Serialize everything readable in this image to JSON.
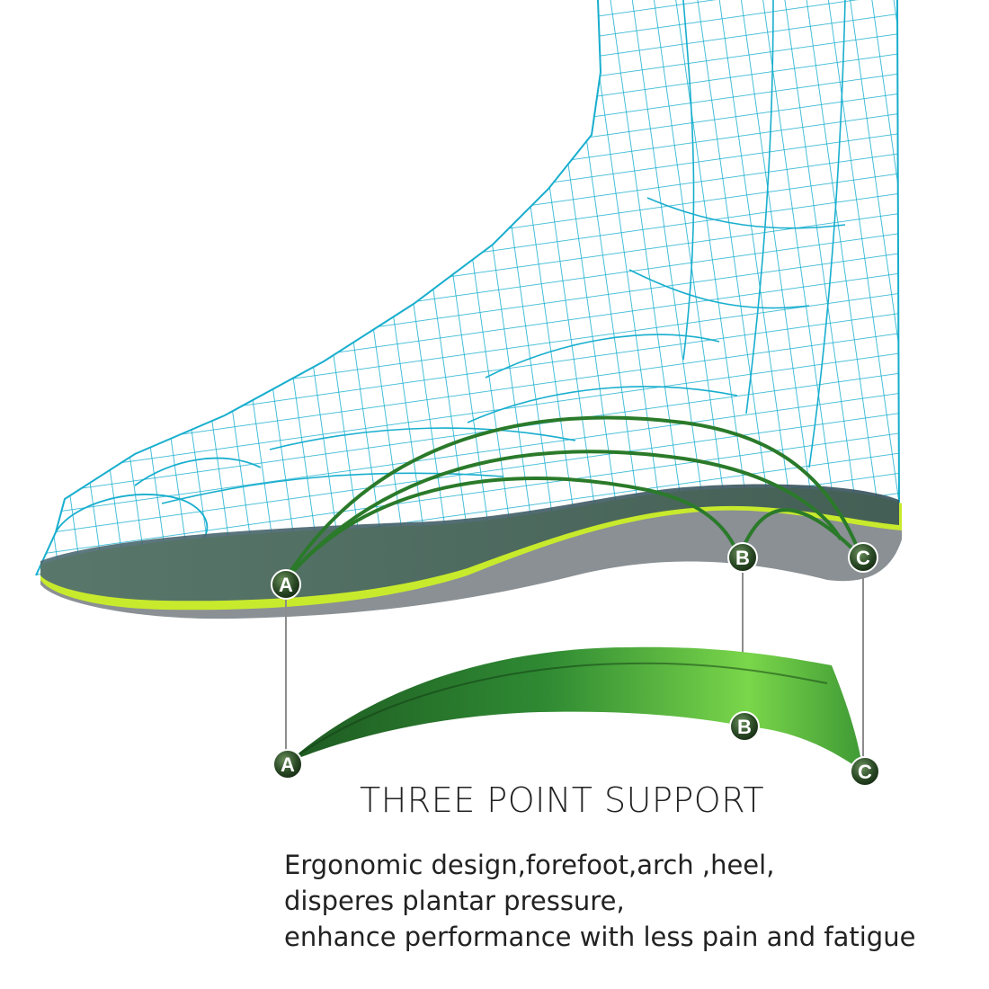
{
  "markers": {
    "a": "A",
    "b": "B",
    "c": "C"
  },
  "headline": "THREE POINT SUPPORT",
  "description": [
    "Ergonomic design,forefoot,arch ,heel,",
    "disperes plantar pressure,",
    "enhance performance with less pain and fatigue"
  ],
  "colors": {
    "wireframe": "#18aece",
    "insole_top": "#3e5a64",
    "insole_foam": "#c8ea2c",
    "insole_base": "#8a9094",
    "arc_green": "#2a7a2a",
    "shell_dark": "#1f5e23",
    "shell_light": "#7ad64a",
    "connector": "#8c8c8c"
  },
  "icons": [
    "foot-wireframe-illustration",
    "insole-illustration",
    "arch-support-shell-illustration"
  ]
}
